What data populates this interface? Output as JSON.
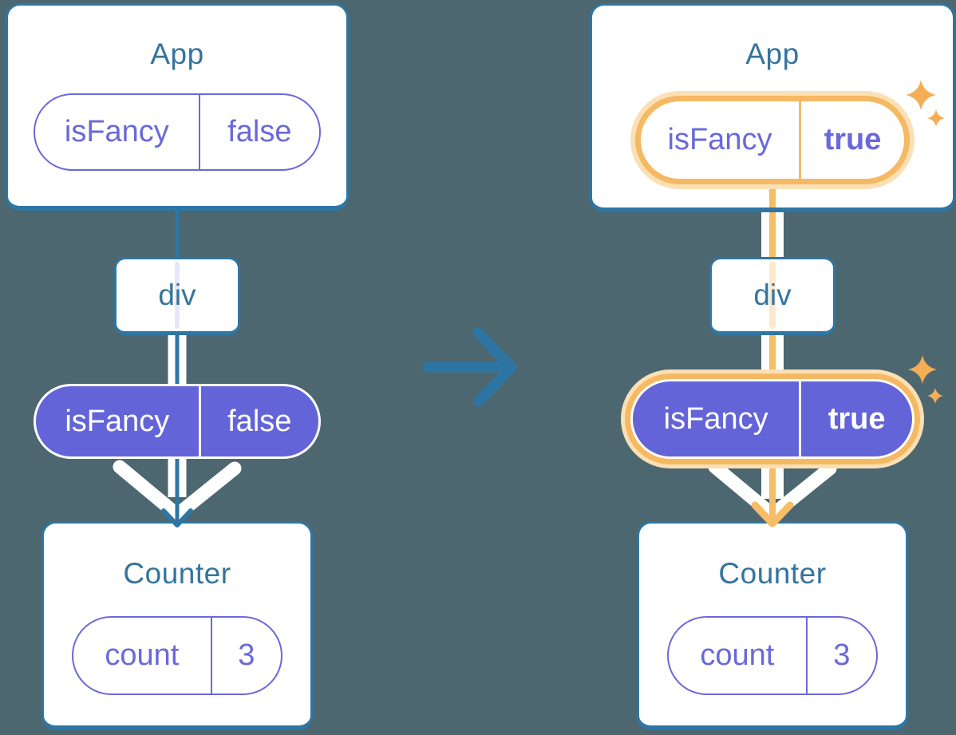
{
  "colors": {
    "background": "#4D6770",
    "card_fill": "#FFFFFF",
    "card_border": "#2E76A4",
    "title_text": "#35749E",
    "pill_outline_purple": "#6A69DA",
    "pill_fill_purple": "#6464D9",
    "flow_line_blue": "#2D76A4",
    "flow_casing_white": "#FFFFFF",
    "highlight_orange": "#F5B963",
    "highlight_orange_light": "#FBE0B6",
    "orange_line": "#F6BC66",
    "sparkle_orange": "#F5AE55"
  },
  "left_tree": {
    "app_card": {
      "title": "App",
      "state_pill": {
        "key": "isFancy",
        "value": "false"
      }
    },
    "div_node": {
      "label": "div"
    },
    "prop_pill": {
      "key": "isFancy",
      "value": "false"
    },
    "counter_card": {
      "title": "Counter",
      "state_pill": {
        "key": "count",
        "value": "3"
      }
    }
  },
  "right_tree": {
    "app_card": {
      "title": "App",
      "state_pill": {
        "key": "isFancy",
        "value": "true"
      }
    },
    "div_node": {
      "label": "div"
    },
    "prop_pill": {
      "key": "isFancy",
      "value": "true"
    },
    "counter_card": {
      "title": "Counter",
      "state_pill": {
        "key": "count",
        "value": "3"
      }
    }
  }
}
